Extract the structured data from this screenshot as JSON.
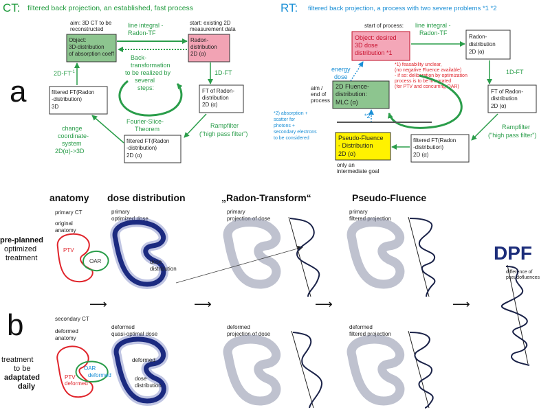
{
  "colors": {
    "green": "#2a9d4a",
    "blue": "#1a8fd6",
    "red": "#e0242b",
    "object_green_fill": "#8dc58f",
    "radon_pink_fill": "#f2a3b4",
    "object_pink_fill": "#f4a7b8",
    "pseudo_yellow_fill": "#fff200",
    "dose_navy": "#1b2a80",
    "projection_gray": "#8b90a8",
    "dpf_navy": "#1c2d7a"
  },
  "panel_a": {
    "label": "a",
    "ct": {
      "title": "CT:",
      "subtitle": "filtered back projection, an established, fast process",
      "aim_text": [
        "aim: 3D CT to be",
        "reconstructed"
      ],
      "start_text": [
        "start: existing 2D",
        "measurement data"
      ],
      "object_box": [
        "Object:",
        "3D-distribution",
        "of absorption coeff"
      ],
      "radon_box": [
        "Radon-",
        "distribution",
        "2D (α)"
      ],
      "line_integral": [
        "line integral -",
        "Radon-TF"
      ],
      "back_transform": [
        "Back-",
        "transformation",
        "to be realized by",
        "several",
        "steps:"
      ],
      "ft_radon_box": [
        "FT of Radon-",
        "distribution",
        "2D (α)"
      ],
      "oneD_ft": "1D-FT",
      "rampfilter": [
        "Rampfilter",
        "(\"high pass filter\")"
      ],
      "filtered_box_bottom": [
        "filtered FT(Radon",
        "-distribution)",
        "2D (α)"
      ],
      "fourier_slice": [
        "Fourier-Slice-",
        "Theorem"
      ],
      "change_coord": [
        "change",
        "coordinate-",
        "system",
        "2D(α)->3D"
      ],
      "filtered_box_left": [
        "filtered FT(Radon",
        "-distribution)",
        "3D"
      ],
      "twoD_ft_inv": "2D-FT"
    },
    "rt": {
      "title": "RT:",
      "subtitle": "filtered back projection, a process with two severe problems *1 *2",
      "start_text": "start of process:",
      "object_box": [
        "Object: desired",
        "3D dose",
        "distribution *1"
      ],
      "line_integral": [
        "line integral -",
        "Radon-TF"
      ],
      "radon_box": [
        "Radon-",
        "distribution",
        "2D (α)"
      ],
      "note1": [
        "*1) feasability unclear,",
        "(no negative Fluence available)",
        "- if so: deliberation by optimization",
        "process is to be integrated",
        "(for PTV and concurring OAR)"
      ],
      "energy_dose": [
        "energy",
        "dose"
      ],
      "aim_end": [
        "aim /",
        "end of",
        "process"
      ],
      "fluence_box": [
        "2D Fluence-",
        "distribution:",
        "MLC (α)"
      ],
      "star2": "*2",
      "note2": [
        "*2) absorption +",
        "scatter for",
        "photons +",
        "secondary electrons",
        "to be considered"
      ],
      "pseudo_box": [
        "Pseudo-Fluence",
        "- Distribution",
        "2D (α)"
      ],
      "intermediate": [
        "only an",
        "intermediate goal"
      ],
      "filtered_box": [
        "filtered FT(Radon",
        "-distribution)",
        "2D (α)"
      ],
      "ft_radon_box": [
        "FT of Radon-",
        "distribution",
        "2D (α)"
      ],
      "oneD_ft": "1D-FT",
      "rampfilter": [
        "Rampfilter",
        "(\"high pass filter\")"
      ]
    }
  },
  "panel_b": {
    "label": "b",
    "headers": [
      "anatomy",
      "dose distribution",
      "„Radon-Transform“",
      "Pseudo-Fluence"
    ],
    "row1_label": [
      "pre-planned",
      "optimized",
      "treatment"
    ],
    "row2_label": [
      "treatment",
      "to be",
      "adaptated",
      "daily"
    ],
    "anat1": [
      "primary CT",
      "original",
      "anatomy"
    ],
    "ptv": "PTV",
    "oar": "OAR",
    "dose1": [
      "primary",
      "optimized dose"
    ],
    "dose_dist_label": [
      "dose",
      "distribution"
    ],
    "radon1": [
      "primary",
      "projection of dose"
    ],
    "pseudo1": [
      "primary",
      "filtered projection"
    ],
    "dpf_title": "DPF",
    "dpf_sub": [
      "difference of",
      "pseudofluences"
    ],
    "anat2": [
      "secondary CT",
      "deformed",
      "anatomy"
    ],
    "ptv_deformed": [
      "PTV",
      "deformed"
    ],
    "oar_deformed": [
      "OAR",
      "deformed"
    ],
    "dose2": [
      "deformed",
      "quasi-optimal dose"
    ],
    "deformed_label": "deformed",
    "radon2": [
      "deformed",
      "projection of dose"
    ],
    "pseudo2": [
      "deformed",
      "filtered projection"
    ],
    "arrow_glyph": "⟶"
  }
}
